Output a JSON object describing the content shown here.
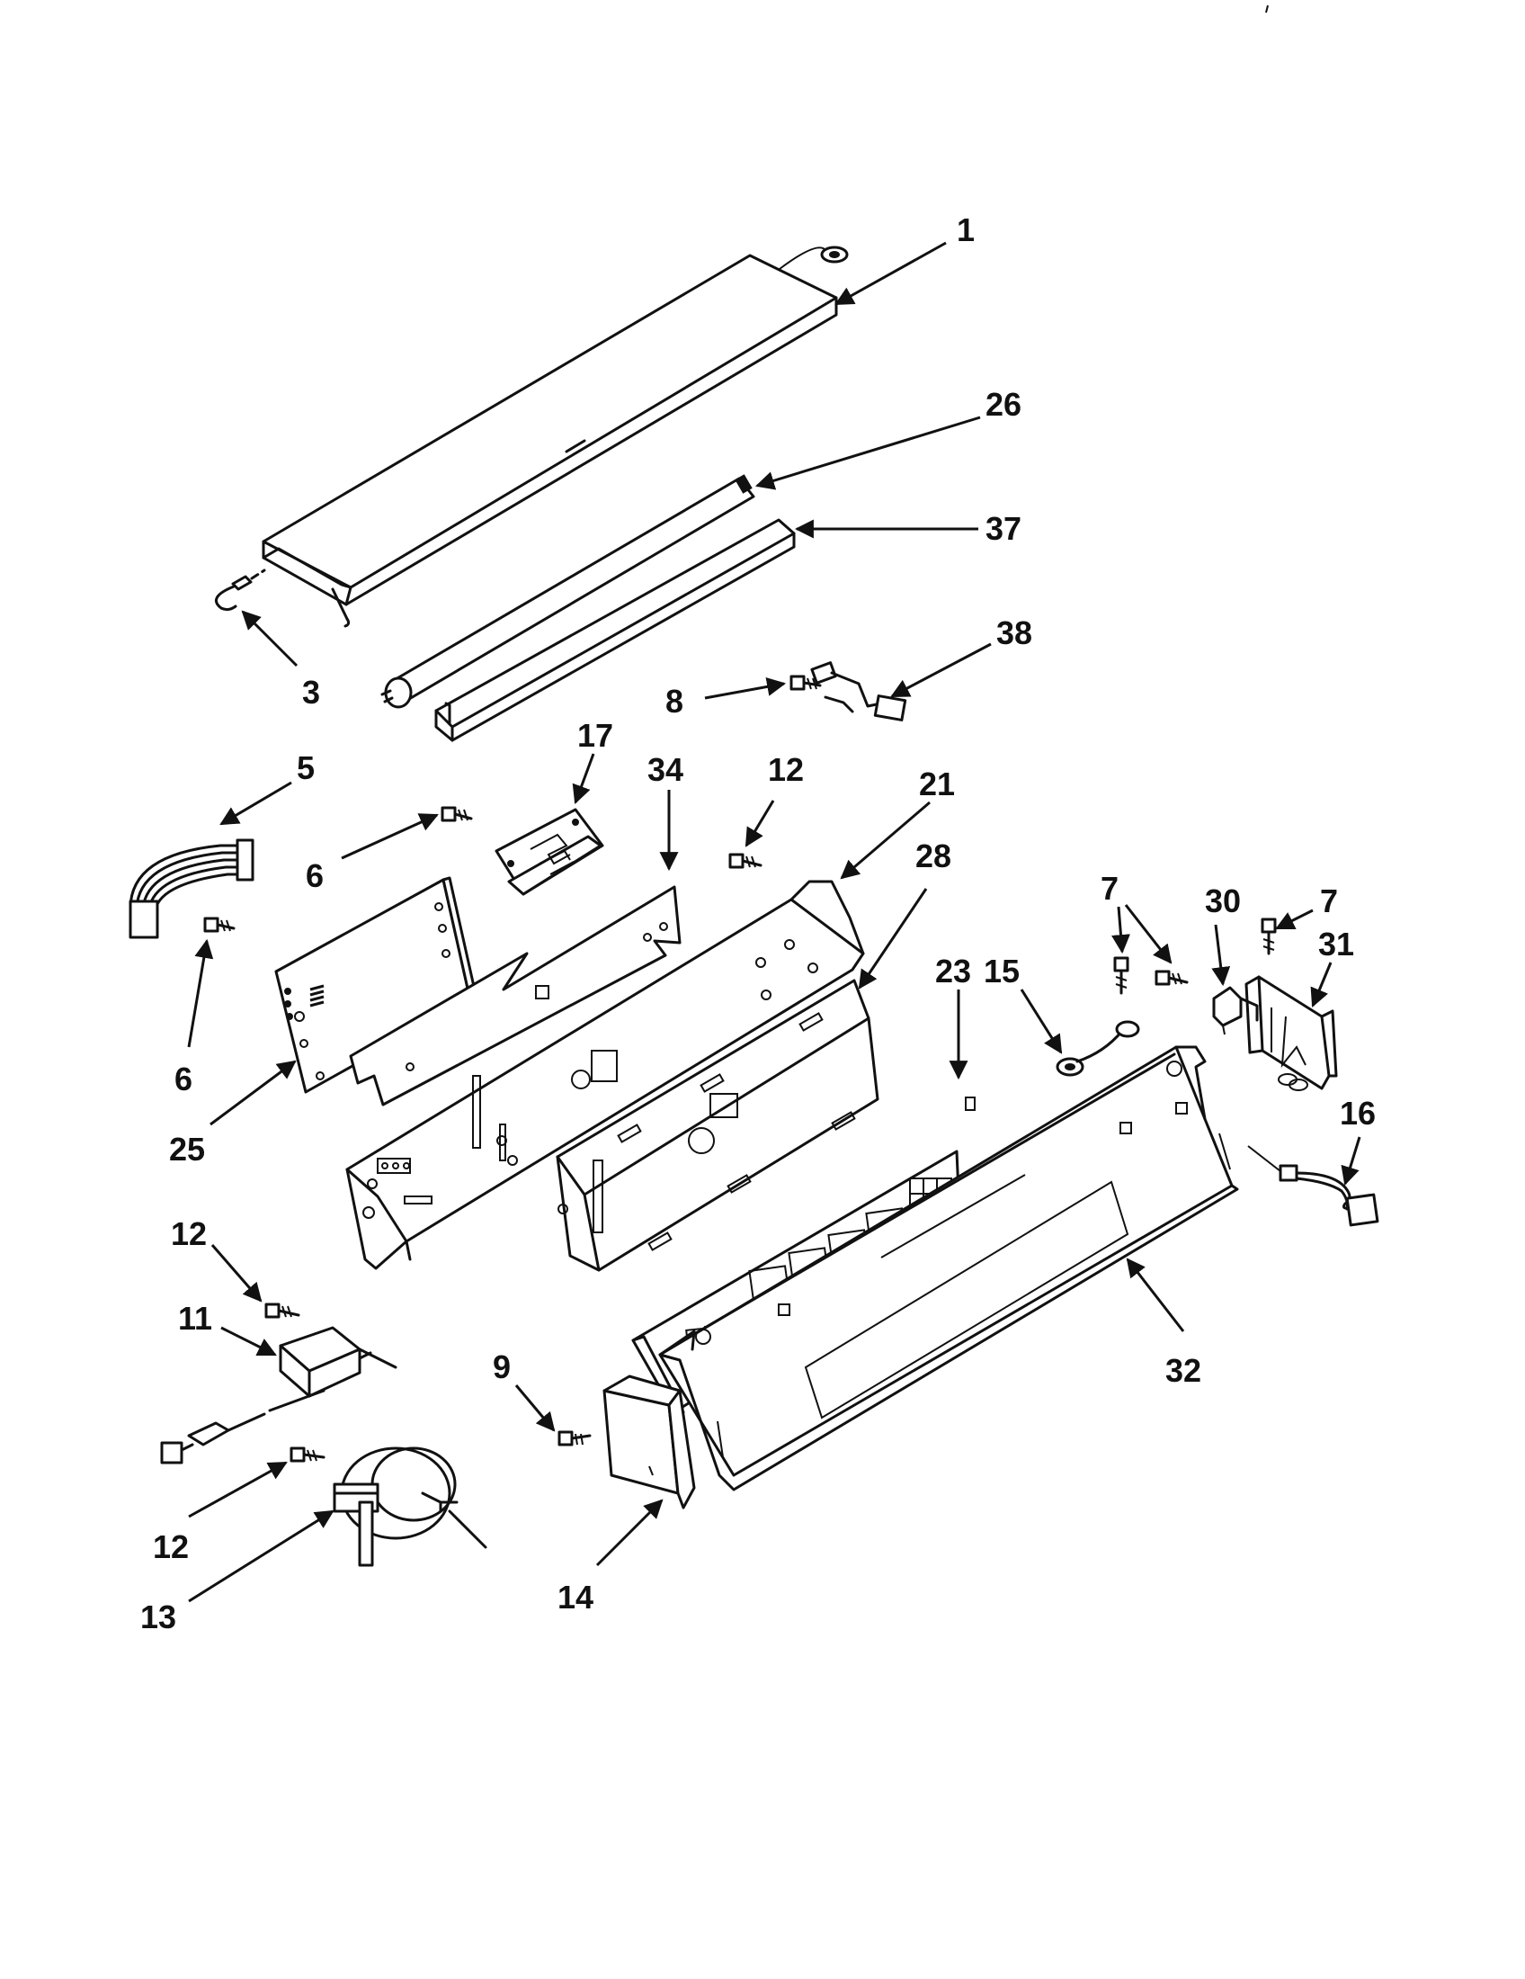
{
  "callouts": {
    "c1": "1",
    "c26": "26",
    "c37": "37",
    "c3": "3",
    "c38": "38",
    "c8": "8",
    "c5": "5",
    "c17": "17",
    "c34": "34",
    "c12a": "12",
    "c21": "21",
    "c28": "28",
    "c6a": "6",
    "c6b": "6",
    "c25": "25",
    "c7a": "7",
    "c30": "30",
    "c7b": "7",
    "c31": "31",
    "c23": "23",
    "c15": "15",
    "c16": "16",
    "c12b": "12",
    "c11": "11",
    "c9": "9",
    "c32": "32",
    "c12c": "12",
    "c13": "13",
    "c14": "14"
  }
}
